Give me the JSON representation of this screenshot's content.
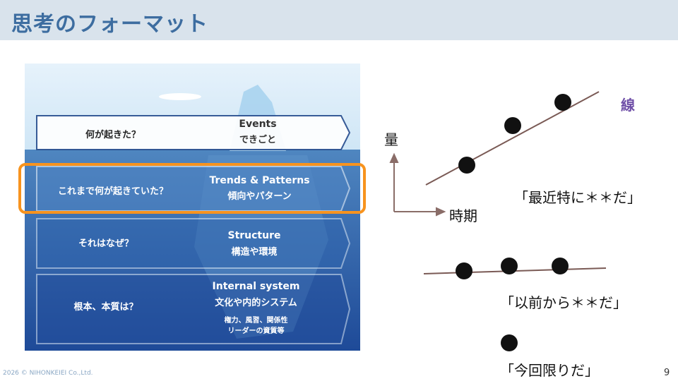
{
  "header": {
    "title": "思考のフォーマット"
  },
  "iceberg": {
    "bands": [
      {
        "question": "何が起きた？",
        "en": "Events",
        "ja": "できごと"
      },
      {
        "question": "これまで何が起きていた？",
        "en": "Trends & Patterns",
        "ja": "傾向やパターン"
      },
      {
        "question": "それはなぜ？",
        "en": "Structure",
        "ja": "構造や環境"
      },
      {
        "question": "根本、本質は？",
        "en": "Internal system",
        "ja": "文化や内的システム",
        "note1": "権力、風習、関係性",
        "note2": "リーダーの資質等"
      }
    ],
    "highlight_color": "#f7931e"
  },
  "diagram": {
    "y_axis": "量",
    "x_axis": "時期",
    "line_label": "線",
    "trend_caption": "「最近特に＊＊だ」",
    "flat_caption": "「以前から＊＊だ」",
    "single_caption": "「今回限りだ」"
  },
  "footer": {
    "copyright": "2026 © NIHONKEIEI Co.,Ltd.",
    "page": "9"
  }
}
